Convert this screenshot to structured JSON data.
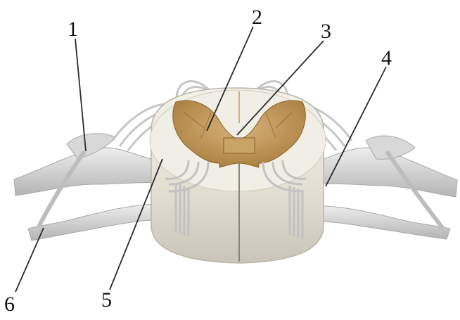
{
  "labels": [
    "1",
    "2",
    "3",
    "4",
    "5",
    "6"
  ],
  "colors": {
    "white_matter": "#eeeae0",
    "white_matter_shade": "#d9d4c6",
    "gray_matter": "#c49a5a",
    "gray_matter_dark": "#9a7034",
    "nerve": "#dcdcdc",
    "nerve_shade": "#b9b9b9",
    "rootlet": "#c8c8c8",
    "leader": "#2a2a2a",
    "text": "#111111"
  }
}
